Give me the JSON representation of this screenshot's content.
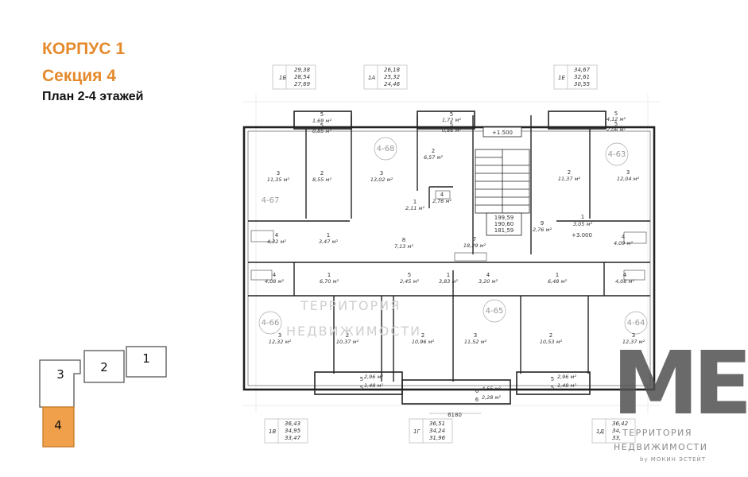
{
  "header": {
    "building": "КОРПУС 1",
    "section": "Секция 4",
    "plan": "План 2-4 этажей"
  },
  "colors": {
    "accent": "#e58a2c",
    "section_active": "#f0a04a",
    "logo": "#505050"
  },
  "apartments": [
    {
      "code": "1Б",
      "areas": [
        "29,38",
        "28,54",
        "27,69"
      ]
    },
    {
      "code": "1А",
      "areas": [
        "26,18",
        "25,32",
        "24,46"
      ]
    },
    {
      "code": "1Е",
      "areas": [
        "34,67",
        "32,61",
        "30,55"
      ]
    },
    {
      "code": "1В",
      "areas": [
        "36,43",
        "34,95",
        "33,47"
      ]
    },
    {
      "code": "1Г",
      "areas": [
        "36,51",
        "34,24",
        "31,96"
      ]
    },
    {
      "code": "1Д",
      "areas": [
        "36,42",
        "34,",
        "33,"
      ]
    }
  ],
  "unit_labels": [
    "4-67",
    "4-68",
    "4-63",
    "4-66",
    "4-65",
    "4-64"
  ],
  "rooms": [
    {
      "n": "5",
      "a": "1,69 м²"
    },
    {
      "n": "5",
      "a": "0,85 м²"
    },
    {
      "n": "5",
      "a": "1,72 м²"
    },
    {
      "n": "5",
      "a": "0,86 м²"
    },
    {
      "n": "5",
      "a": "4,12 м²"
    },
    {
      "n": "5",
      "a": "2,06 м²"
    },
    {
      "n": "3",
      "a": "11,35 м²"
    },
    {
      "n": "2",
      "a": "8,55 м²"
    },
    {
      "n": "3",
      "a": "13,02 м²"
    },
    {
      "n": "2",
      "a": "6,57 м²"
    },
    {
      "n": "1",
      "a": "2,11 м²"
    },
    {
      "n": "4",
      "a": "2,76 м²"
    },
    {
      "n": "2",
      "a": "11,37 м²"
    },
    {
      "n": "3",
      "a": "12,04 м²"
    },
    {
      "n": "4",
      "a": "4,32 м²"
    },
    {
      "n": "1",
      "a": "3,47 м²"
    },
    {
      "n": "8",
      "a": "7,13 м²"
    },
    {
      "n": "7",
      "a": "18,29 м²"
    },
    {
      "n": "9",
      "a": "2,76 м²"
    },
    {
      "n": "1",
      "a": "3,05 м²"
    },
    {
      "n": "4",
      "a": "4,09 м²"
    },
    {
      "n": "4",
      "a": "4,08 м²"
    },
    {
      "n": "1",
      "a": "6,70 м²"
    },
    {
      "n": "5",
      "a": "2,45 м²"
    },
    {
      "n": "1",
      "a": "3,83 м²"
    },
    {
      "n": "4",
      "a": "3,20 м²"
    },
    {
      "n": "1",
      "a": "6,48 м²"
    },
    {
      "n": "4",
      "a": "4,08 м²"
    },
    {
      "n": "3",
      "a": "12,32 м²"
    },
    {
      "n": "2",
      "a": "10,37 м²"
    },
    {
      "n": "2",
      "a": "10,96 м²"
    },
    {
      "n": "3",
      "a": "11,52 м²"
    },
    {
      "n": "2",
      "a": "10,53 м²"
    },
    {
      "n": "3",
      "a": "12,37 м²"
    },
    {
      "n": "5",
      "a": "2,96 м²"
    },
    {
      "n": "5",
      "a": "1,48 м²"
    },
    {
      "n": "6",
      "a": "4,55 м²"
    },
    {
      "n": "6",
      "a": "2,28 м²"
    },
    {
      "n": "5",
      "a": "2,96 м²"
    },
    {
      "n": "5",
      "a": "1,48 м²"
    }
  ],
  "stair": {
    "level_top": "+1.500",
    "level_mid": "+3.000",
    "areas": [
      "199,59",
      "190,60",
      "181,59"
    ]
  },
  "dimension": "6180",
  "watermark": {
    "line1": "ТЕРРИТОРИЯ",
    "line2": "НЕДВИЖИМОСТИ"
  },
  "logo": {
    "mark": "ME.",
    "line1": "ТЕРРИТОРИЯ",
    "line2": "НЕДВИЖИМОСТИ",
    "line3": "by МОКИН ЭСТЕЙТ"
  },
  "sections": [
    {
      "label": "3",
      "active": false
    },
    {
      "label": "2",
      "active": false
    },
    {
      "label": "1",
      "active": false
    },
    {
      "label": "4",
      "active": true
    }
  ]
}
